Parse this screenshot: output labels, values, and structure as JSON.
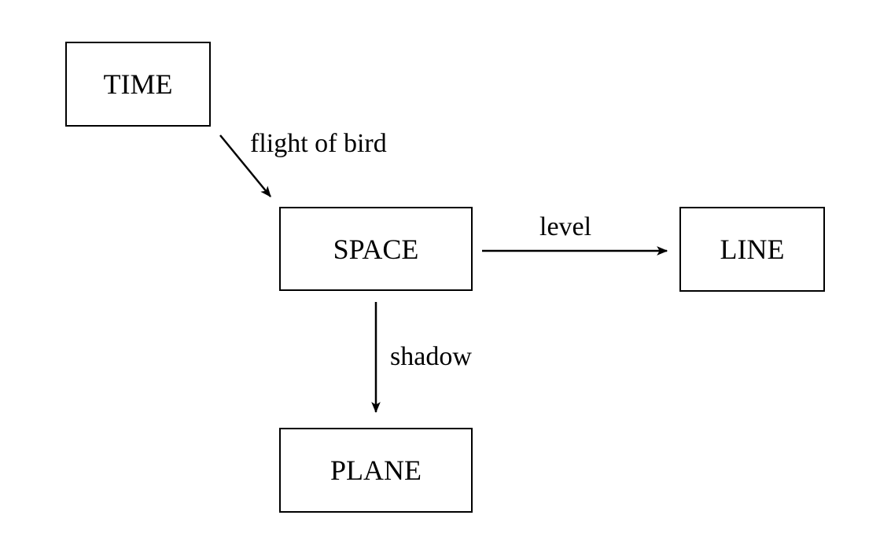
{
  "diagram": {
    "nodes": {
      "time": "TIME",
      "space": "SPACE",
      "line": "LINE",
      "plane": "PLANE"
    },
    "edges": {
      "time_to_space": "flight of bird",
      "space_to_line": "level",
      "space_to_plane": "shadow"
    },
    "colors": {
      "stroke": "#000000",
      "background": "#ffffff"
    }
  }
}
